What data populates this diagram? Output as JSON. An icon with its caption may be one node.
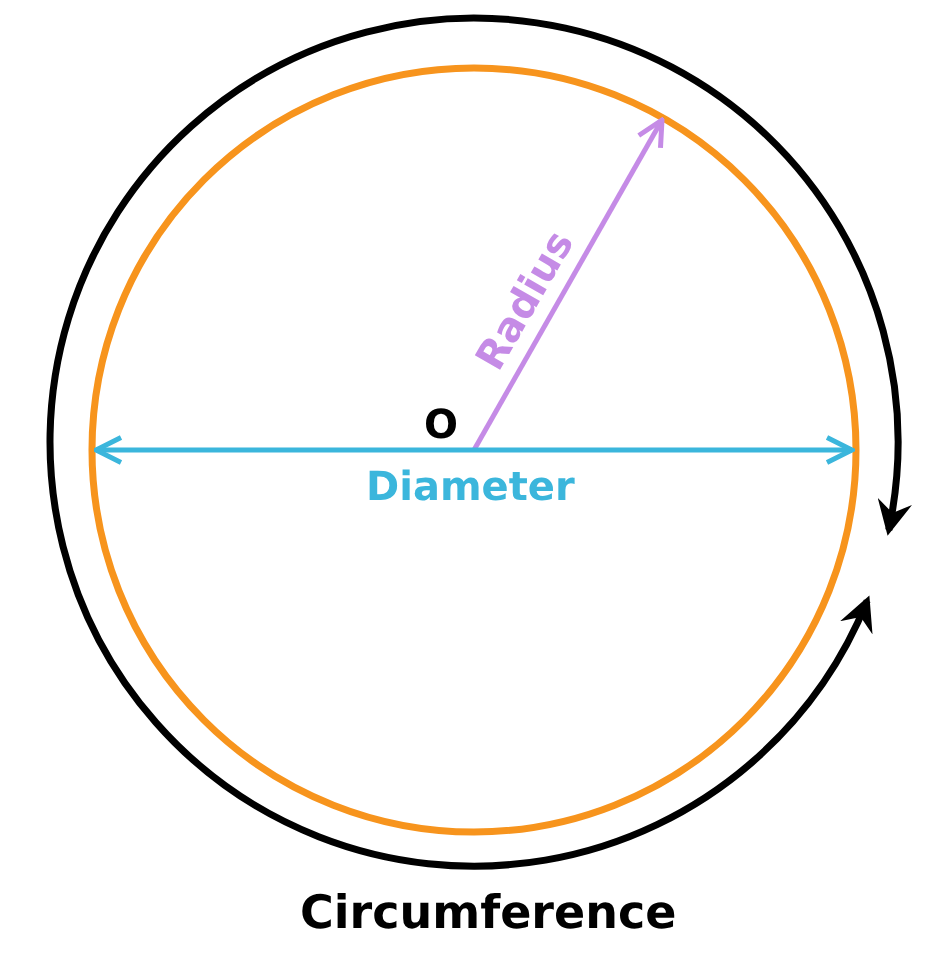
{
  "diagram": {
    "labels": [
      "O",
      "Radius",
      "Diameter",
      "Circumference"
    ]
  }
}
